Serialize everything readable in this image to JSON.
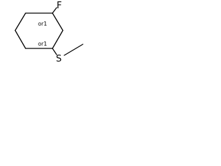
{
  "structure": {
    "atoms": {
      "fluorine": "F",
      "sulfur": "S"
    },
    "stereo_labels": [
      "or1",
      "or1"
    ],
    "ring": "cyclohexane",
    "substituents": [
      "fluoro",
      "methylthio"
    ]
  },
  "colors": {
    "bonds": "#000000",
    "text": "#000000",
    "background": "#ffffff"
  }
}
